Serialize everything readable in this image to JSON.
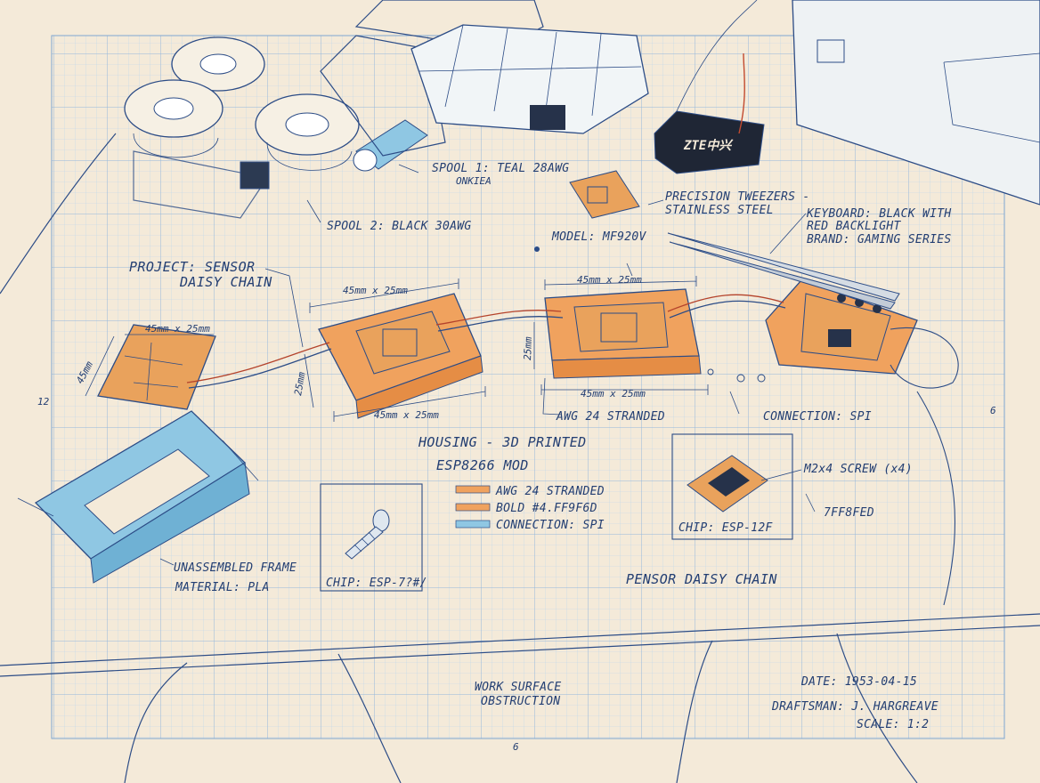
{
  "labels": {
    "spool1_line1": "SPOOL 1: TEAL 28AWG",
    "spool1_line2": "ONKIEA",
    "spool2": "SPOOL 2: BLACK 30AWG",
    "tweezers_line1": "PRECISION TWEEZERS -",
    "tweezers_line2": "STAINLESS STEEL",
    "keyboard_line1": "KEYBOARD: BLACK WITH",
    "keyboard_line2": "RED BACKLIGHT",
    "keyboard_line3": "BRAND: GAMING SERIES",
    "model": "MODEL: MF920V",
    "project_line1": "PROJECT: SENSOR",
    "project_line2": "DAISY CHAIN",
    "connection_spi": "CONNECTION: SPI",
    "awg_stranded": "AWG 24 STRANDED",
    "housing": "HOUSING - 3D PRINTED",
    "esp_mod": "ESP8266 MOD",
    "screw": "M2x4 SCREW (x4)",
    "color_code": "7FF8FED",
    "chip_right": "CHIP: ESP-12F",
    "chip_left": "CHIP: ESP-7?#/",
    "frame_line1": "UNASSEMBLED FRAME",
    "frame_line2": "MATERIAL: PLA",
    "sheet_title": "PENSOR DAISY CHAIN",
    "work_surface_line1": "WORK SURFACE",
    "work_surface_line2": "OBSTRUCTION",
    "date": "DATE: 1953-04-15",
    "draftsman": "DRAFTSMAN: J. HARGREAVE",
    "scale": "SCALE: 1:2",
    "router_brand": "ZTE中兴",
    "margin_left": "12",
    "margin_right": "6",
    "margin_bottom": "6"
  },
  "dimensions": {
    "d1": "45mm x 25mm",
    "d2": "45mm x 25mm",
    "d3": "45mm x 25mm",
    "d4": "45mm x 25mm",
    "d5": "45mm x 25mm",
    "d_side_a": "45mm",
    "d_side_b": "25mm",
    "d_side_c": "25mm"
  },
  "legend": [
    {
      "label": "AWG 24 STRANDED",
      "color": "#f0a25e"
    },
    {
      "label": "BOLD #4.FF9F6D",
      "color": "#f0a25e"
    },
    {
      "label": "CONNECTION: SPI",
      "color": "#8fc7e3"
    }
  ],
  "colors": {
    "paper": "#f4ead9",
    "grid": "#a9c8e6",
    "ink": "#2c4c86",
    "orange": "#f0a25e",
    "pcb": "#e9a25c",
    "teal": "#8fc7e3"
  }
}
